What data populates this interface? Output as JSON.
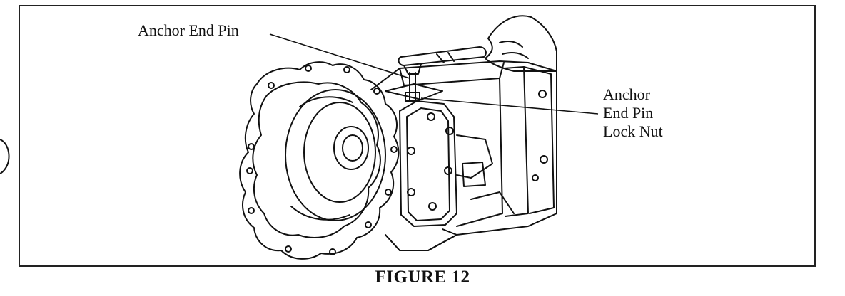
{
  "figure": {
    "caption": "FIGURE 12",
    "callouts": {
      "anchor_end_pin": "Anchor End Pin",
      "lock_nut_line1": "Anchor",
      "lock_nut_line2": "End Pin",
      "lock_nut_line3": "Lock Nut"
    }
  }
}
